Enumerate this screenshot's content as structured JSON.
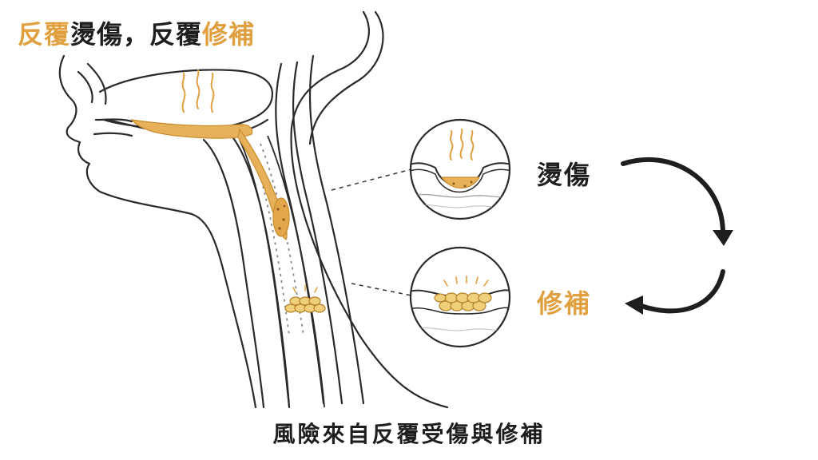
{
  "title": {
    "part1": "反覆",
    "part2": "燙傷，",
    "part3": "反覆",
    "part4": "修補"
  },
  "labels": {
    "burn": "燙傷",
    "repair": "修補"
  },
  "caption": "風險來自反覆受傷與修補",
  "colors": {
    "accent": "#e0a03f",
    "ink": "#1e1e1e",
    "liquid": "#e6b15a"
  },
  "icons": [
    "steam-icon",
    "cycle-arrow-down-icon",
    "cycle-arrow-up-icon"
  ]
}
